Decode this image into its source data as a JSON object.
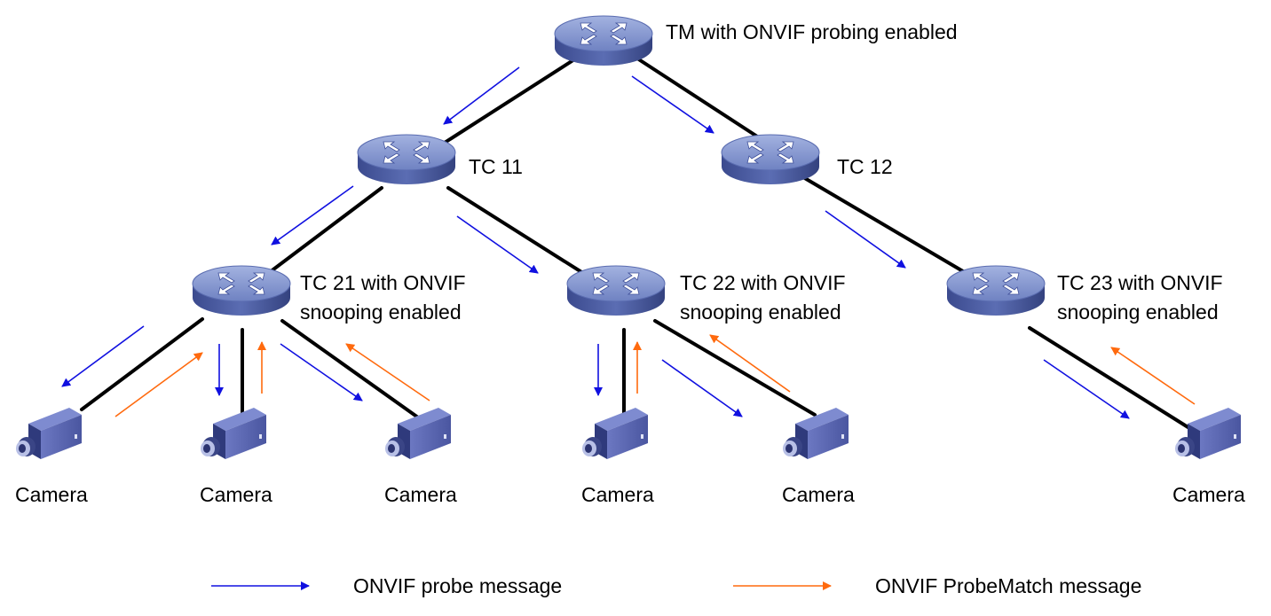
{
  "colors": {
    "probe": "#1010e0",
    "probe_match": "#ff6a0e",
    "link": "#000000",
    "switch_top": "#7c8ec9",
    "switch_side": "#3a4c8f",
    "camera_body": "#4e5aa6",
    "camera_dark": "#2b3370"
  },
  "devices": {
    "tm": {
      "label": "TM with ONVIF probing enabled"
    },
    "tc11": {
      "label": "TC 11"
    },
    "tc12": {
      "label": "TC 12"
    },
    "tc21": {
      "line1": "TC 21 with ONVIF",
      "line2": "snooping enabled"
    },
    "tc22": {
      "line1": "TC 22 with ONVIF",
      "line2": "snooping enabled"
    },
    "tc23": {
      "line1": "TC 23 with ONVIF",
      "line2": "snooping enabled"
    }
  },
  "cameras": [
    {
      "label": "Camera"
    },
    {
      "label": "Camera"
    },
    {
      "label": "Camera"
    },
    {
      "label": "Camera"
    },
    {
      "label": "Camera"
    },
    {
      "label": "Camera"
    }
  ],
  "legend": {
    "probe_label": "ONVIF probe message",
    "probe_match_label": "ONVIF ProbeMatch message"
  }
}
